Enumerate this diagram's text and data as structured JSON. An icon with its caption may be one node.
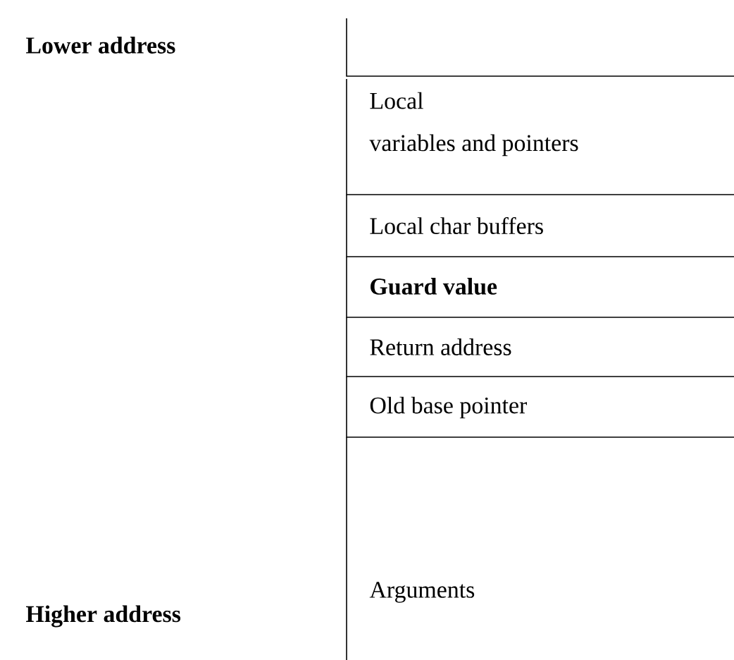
{
  "diagram": {
    "nodes": [
      {
        "text": [],
        "shape": "box"
      },
      {
        "text": [
          "Local variables and pointers"
        ]
      },
      {
        "text": [
          "Local char buffers"
        ]
      },
      {
        "text": [
          "Guard value"
        ]
      },
      {
        "text": [
          "Return address"
        ]
      },
      {
        "text": [
          "Old base pointer"
        ]
      },
      {
        "text": [
          "Arguments"
        ]
      }
    ],
    "labels": [
      "Lower address",
      "Higher address"
    ]
  }
}
